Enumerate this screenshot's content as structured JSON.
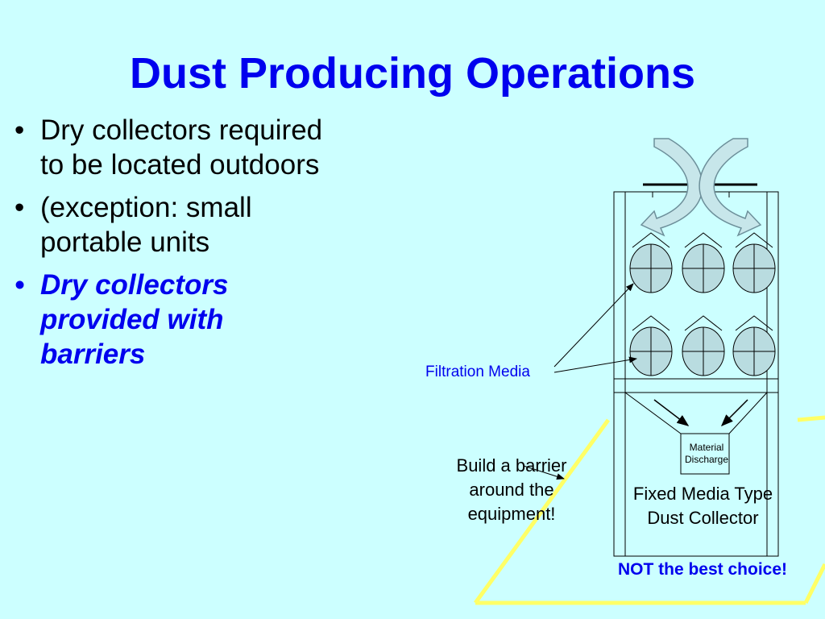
{
  "slide": {
    "title": "Dust Producing Operations",
    "bullets": [
      {
        "text": "Dry collectors required to be located outdoors",
        "emphasis": false
      },
      {
        "text": "(exception: small portable units",
        "emphasis": false
      },
      {
        "text": "Dry collectors provided with barriers",
        "emphasis": true
      }
    ],
    "bullet_glyph": "•"
  },
  "diagram": {
    "filtration_label": "Filtration Media",
    "discharge_label": "Material Discharge",
    "barrier_note": "Build a barrier around the equipment!",
    "collector_label": "Fixed Media Type Dust Collector",
    "warning": "NOT the best choice!"
  },
  "colors": {
    "background": "#ccffff",
    "title": "#0000ee",
    "emphasis": "#0000ee",
    "filter_fill": "#b9dce0",
    "barrier_line": "#ffff66"
  },
  "icons": [
    "airflow-arrows-icon",
    "filter-bag-icon",
    "pointer-arrow-icon"
  ]
}
